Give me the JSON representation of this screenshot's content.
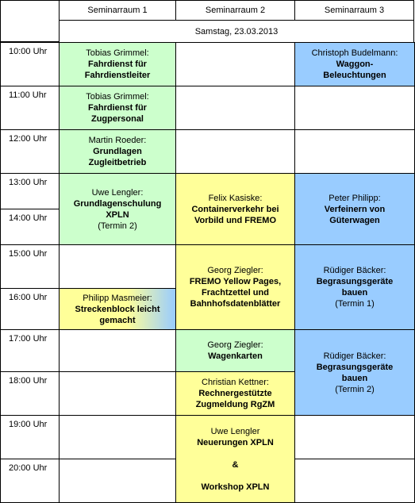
{
  "rooms": [
    "Seminarraum 1",
    "Seminarraum 2",
    "Seminarraum 3"
  ],
  "date": "Samstag, 23.03.2013",
  "times": [
    "10:00 Uhr",
    "11:00 Uhr",
    "12:00 Uhr",
    "13:00 Uhr",
    "14:00 Uhr",
    "15:00 Uhr",
    "16:00 Uhr",
    "17:00 Uhr",
    "18:00 Uhr",
    "19:00 Uhr",
    "20:00 Uhr"
  ],
  "colors": {
    "green": "#ccffcc",
    "yellow": "#ffff99",
    "blue": "#99ccff"
  },
  "events": [
    {
      "room": 1,
      "start": "10:00 Uhr",
      "color": "green",
      "speaker": "Tobias Grimmel:",
      "title": "Fahrdienst für\nFahrdienstleiter",
      "note": ""
    },
    {
      "room": 3,
      "start": "10:00 Uhr",
      "color": "blue",
      "speaker": "Christoph Budelmann:",
      "title": "Waggon-\nBeleuchtungen",
      "note": ""
    },
    {
      "room": 1,
      "start": "11:00 Uhr",
      "color": "green",
      "speaker": "Tobias Grimmel:",
      "title": "Fahrdienst für\nZugpersonal",
      "note": ""
    },
    {
      "room": 1,
      "start": "12:00 Uhr",
      "color": "green",
      "speaker": "Martin Roeder:",
      "title": "Grundlagen\nZugleitbetrieb",
      "note": ""
    },
    {
      "room": 1,
      "start": "13:00 Uhr",
      "color": "green",
      "speaker": "Uwe Lengler:",
      "title": "Grundlagenschulung\nXPLN",
      "note": "(Termin 2)"
    },
    {
      "room": 2,
      "start": "13:00 Uhr",
      "color": "yellow",
      "speaker": "Felix Kasiske:",
      "title": "Containerverkehr bei\nVorbild  und FREMO",
      "note": ""
    },
    {
      "room": 3,
      "start": "13:00 Uhr",
      "color": "blue",
      "speaker": "Peter Philipp:",
      "title": "Verfeinern von\nGüterwagen",
      "note": ""
    },
    {
      "room": 2,
      "start": "15:00 Uhr",
      "color": "yellow",
      "speaker": "Georg Ziegler:",
      "title": "FREMO Yellow Pages,\nFrachtzettel und\nBahnhofsdatenblätter",
      "note": ""
    },
    {
      "room": 3,
      "start": "15:00 Uhr",
      "color": "blue",
      "speaker": "Rüdiger Bäcker:",
      "title": "Begrasungsgeräte\nbauen",
      "note": "(Termin 1)"
    },
    {
      "room": 1,
      "start": "16:00 Uhr",
      "color": "split",
      "speaker": "Philipp Masmeier:",
      "title": "Streckenblock leicht\ngemacht",
      "note": ""
    },
    {
      "room": 2,
      "start": "17:00 Uhr",
      "color": "green",
      "speaker": "Georg Ziegler:",
      "title": "Wagenkarten",
      "note": ""
    },
    {
      "room": 3,
      "start": "17:00 Uhr",
      "color": "blue",
      "speaker": "Rüdiger Bäcker:",
      "title": "Begrasungsgeräte\nbauen",
      "note": "(Termin 2)"
    },
    {
      "room": 2,
      "start": "18:00 Uhr",
      "color": "yellow",
      "speaker": "Christian Kettner:",
      "title": "Rechnergestützte\nZugmeldung RgZM",
      "note": ""
    },
    {
      "room": 2,
      "start": "19:00 Uhr",
      "color": "yellow",
      "speaker": "Uwe Lengler",
      "title": "Neuerungen XPLN\n\n&\n\nWorkshop XPLN",
      "note": ""
    }
  ]
}
